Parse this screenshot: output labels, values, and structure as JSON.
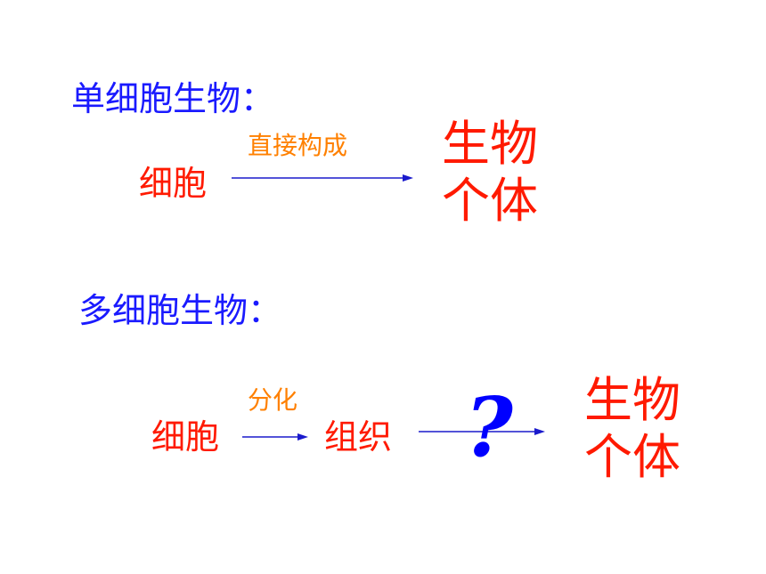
{
  "unicellular": {
    "heading": "单细胞生物：",
    "source": "细胞",
    "arrow_label": "直接构成",
    "target_line1": "生物",
    "target_line2": "个体"
  },
  "multicellular": {
    "heading": "多细胞生物：",
    "source": "细胞",
    "arrow1_label": "分化",
    "middle": "组织",
    "unknown_step": "?",
    "target_line1": "生物",
    "target_line2": "个体"
  },
  "colors": {
    "heading": "#1a1aff",
    "term": "#ff1a00",
    "arrow_label": "#ff8000",
    "arrow": "#1a1acc",
    "question": "#0000ff"
  }
}
